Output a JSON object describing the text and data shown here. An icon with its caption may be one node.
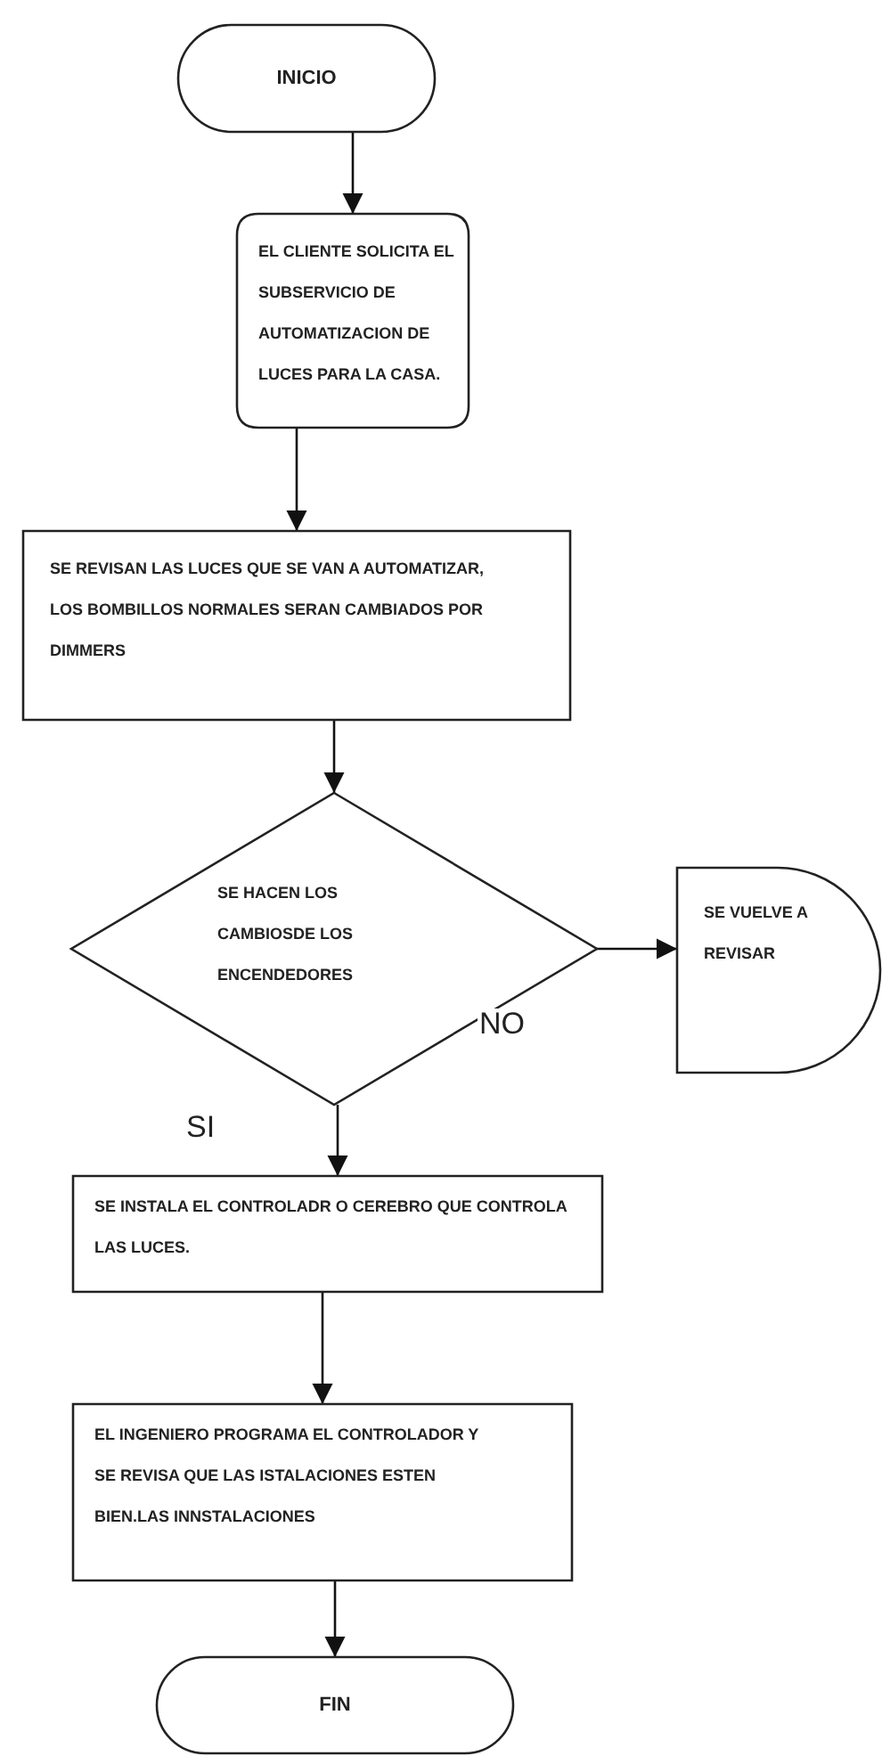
{
  "diagram": {
    "nodes": [
      {
        "text": [
          "INICIO"
        ]
      },
      {
        "text": [
          "EL CLIENTE SOLICITA EL SUBSERVICIO DE AUTOMATIZACION DE LUCES PARA LA CASA."
        ]
      },
      {
        "text": [
          "SE REVISAN LAS LUCES QUE SE VAN A AUTOMATIZAR, LOS BOMBILLOS NORMALES SERAN CAMBIADOS POR DIMMERS"
        ]
      },
      {
        "text": [
          "SE HACEN LOS CAMBIOSDE LOS ENCENDEDORES"
        ]
      },
      {
        "text": [
          "SE VUELVE A REVISAR"
        ]
      },
      {
        "text": [
          "SE INSTALA EL CONTROLADR O CEREBRO QUE CONTROLA LAS LUCES."
        ]
      },
      {
        "text": [
          "EL INGENIERO PROGRAMA EL CONTROLADOR Y SE REVISA QUE LAS ISTALACIONES ESTEN BIEN.LAS INNSTALACIONES"
        ]
      },
      {
        "text": [
          "FIN"
        ]
      }
    ],
    "edges": [
      {
        "from": 0,
        "to": 1,
        "arrow": "to"
      },
      {
        "from": 1,
        "to": 2,
        "arrow": "to"
      },
      {
        "from": 2,
        "to": 3,
        "arrow": "to"
      },
      {
        "from": 3,
        "to": 4,
        "arrow": "to",
        "label": "NO"
      },
      {
        "from": 3,
        "to": 5,
        "arrow": "to",
        "label": "SI"
      },
      {
        "from": 5,
        "to": 6,
        "arrow": "to"
      },
      {
        "from": 6,
        "to": 7,
        "arrow": "to"
      }
    ]
  }
}
